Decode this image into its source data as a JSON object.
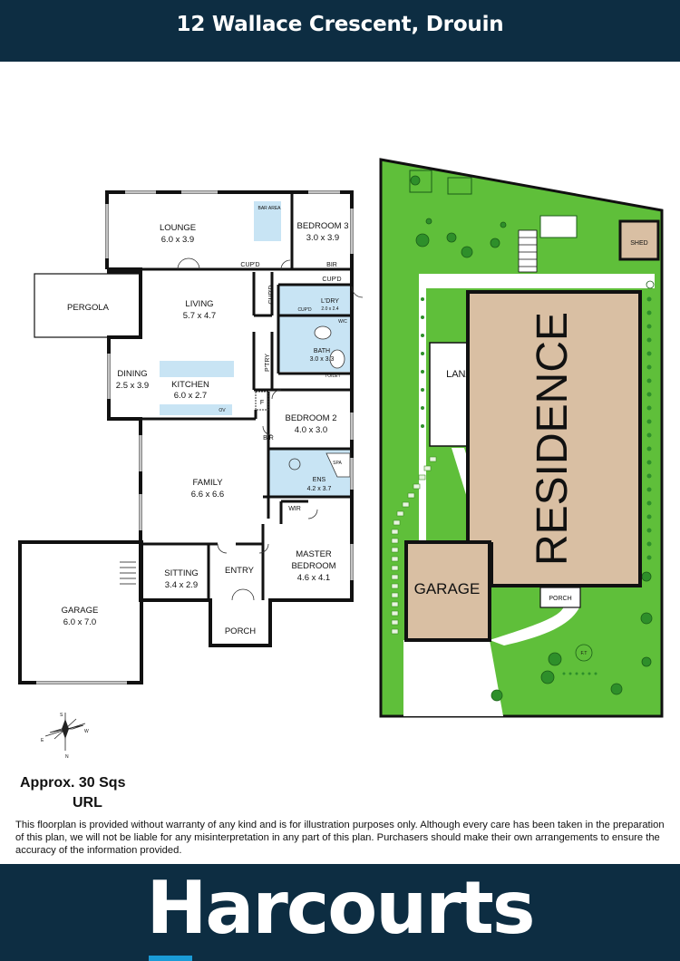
{
  "header": {
    "title": "12 Wallace Crescent, Drouin"
  },
  "floorplan": {
    "rooms": {
      "lounge": {
        "name": "LOUNGE",
        "size": "6.0 x 3.9"
      },
      "bedroom3": {
        "name": "BEDROOM 3",
        "size": "3.0 x 3.9"
      },
      "pergola": {
        "name": "PERGOLA"
      },
      "living": {
        "name": "LIVING",
        "size": "5.7 x 4.7"
      },
      "dining": {
        "name": "DINING",
        "size": "2.5 x 3.9"
      },
      "kitchen": {
        "name": "KITCHEN",
        "size": "6.0 x 2.7"
      },
      "laundry": {
        "name": "L'DRY",
        "size": "2.0 x 2.4"
      },
      "bath": {
        "name": "BATH",
        "size": "3.0 x 3.3"
      },
      "bedroom2": {
        "name": "BEDROOM 2",
        "size": "4.0 x 3.0"
      },
      "family": {
        "name": "FAMILY",
        "size": "6.6 x 6.6"
      },
      "ensuite": {
        "name": "ENS",
        "size": "4.2 x 3.7"
      },
      "sitting": {
        "name": "SITTING",
        "size": "3.4 x 2.9"
      },
      "entry": {
        "name": "ENTRY"
      },
      "master": {
        "name": "MASTER",
        "name2": "BEDROOM",
        "size": "4.6 x 4.1"
      },
      "porch": {
        "name": "PORCH"
      },
      "garage": {
        "name": "GARAGE",
        "size": "6.0 x 7.0"
      }
    },
    "small_labels": {
      "bar_area": "BAR AREA",
      "cupd1": "CUP'D",
      "cupd2": "CUP'D",
      "cupd3": "CUP'D",
      "bir1": "BIR",
      "bir2": "BIR",
      "ptry": "P'TRY",
      "f": "F",
      "ov": "OV",
      "wir": "WIR",
      "spa": "SPA",
      "toilet": "TOILET",
      "wc": "W/C",
      "cupd_small": "CUP'D"
    }
  },
  "siteplan": {
    "residence": "RESIDENCE",
    "lanai": "LANAI",
    "garage": "GARAGE",
    "porch": "PORCH",
    "shed": "SHED",
    "ft": "F.T"
  },
  "compass": {
    "s": "S",
    "w": "W",
    "e": "E",
    "n": "N"
  },
  "info": {
    "area": "Approx. 30 Sqs",
    "url": "URL",
    "disclaimer": "This floorplan is provided without warranty of any kind and is for illustration purposes only. Although every care has been taken in the preparation of this plan, we will not be liable for any misinterpretation in any part of this plan. Purchasers should make their own arrangements to ensure the accuracy of the information provided."
  },
  "footer": {
    "brand": "Harcourts"
  },
  "colors": {
    "navy": "#0d2d42",
    "lawn": "#5fbf3a",
    "residence": "#d9bfa3",
    "wet_area": "#c8e4f4",
    "accent": "#1a9bd6"
  }
}
